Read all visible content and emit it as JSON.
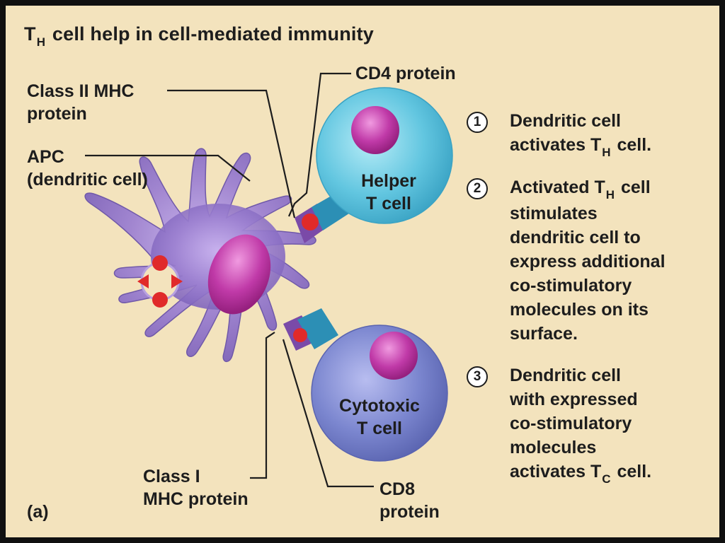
{
  "title": {
    "main": "T",
    "sub": "H",
    "rest": "cell help in cell-mediated immunity"
  },
  "labels": {
    "class2": "Class II MHC",
    "class2_b": "protein",
    "apc": "APC",
    "apc_b": "(dendritic cell)",
    "cd4": "CD4 protein",
    "helper": "Helper",
    "helper_b": "T cell",
    "cytotoxic": "Cytotoxic",
    "cytotoxic_b": "T cell",
    "class1": "Class I",
    "class1_b": "MHC protein",
    "cd8": "CD8",
    "cd8_b": "protein",
    "panel": "(a)"
  },
  "steps": [
    {
      "num": "1",
      "line1": "Dendritic cell",
      "line2_pre": "activates T",
      "line2_sub": "H",
      "line2_post": "cell."
    },
    {
      "num": "2",
      "line1_pre": "Activated T",
      "line1_sub": "H",
      "line1_post": "cell",
      "line2": "stimulates",
      "line3": "dendritic cell to",
      "line4": "express additional",
      "line5": "co-stimulatory",
      "line6": "molecules on its",
      "line7": "surface."
    },
    {
      "num": "3",
      "line1": "Dendritic cell",
      "line2": "with expressed",
      "line3": "co-stimulatory",
      "line4": "molecules",
      "line5_pre": "activates T",
      "line5_sub": "C",
      "line5_post": "cell."
    }
  ],
  "colors": {
    "background": "#f3e3bd",
    "dendritic": "#9b7fd0",
    "helper_cell": "#62c6e0",
    "cytotoxic_cell": "#7b86cf",
    "nucleus": "#c03aa8",
    "receptor": "#2c8fb5",
    "antigen": "#e02a2a"
  }
}
